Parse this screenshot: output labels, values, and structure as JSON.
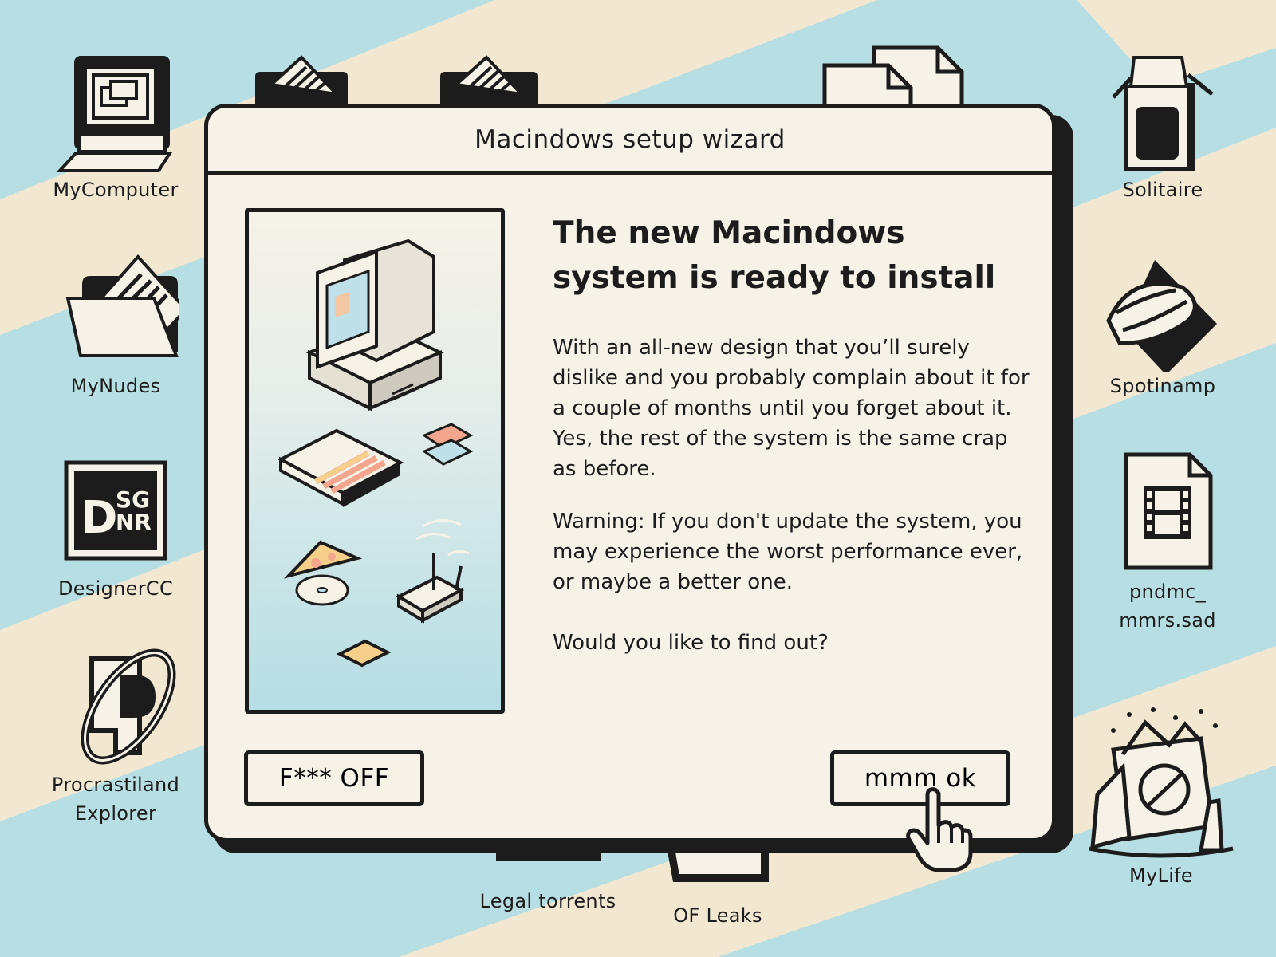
{
  "desktop": {
    "colors": {
      "stripe_blue": "#b7dfe3",
      "stripe_cream": "#f2e8d2",
      "ink": "#1c1c1c",
      "window_bg": "#f6f2e7"
    },
    "icons_left": [
      {
        "label": "MyComputer",
        "icon": "computer-icon"
      },
      {
        "label": "MyNudes",
        "icon": "folder-icon"
      },
      {
        "label": "DesignerCC",
        "icon": "designer-logo-icon"
      },
      {
        "label": "Procrastiland\nExplorer",
        "icon": "browser-icon"
      }
    ],
    "icons_right": [
      {
        "label": "Solitaire",
        "icon": "card-box-icon"
      },
      {
        "label": "Spotinamp",
        "icon": "music-app-icon"
      },
      {
        "label": "pndmc_\nmmrs.sad",
        "icon": "video-file-icon"
      },
      {
        "label": "MyLife",
        "icon": "trash-bin-icon"
      }
    ],
    "icons_bottom": [
      {
        "label": "Legal torrents",
        "icon": "folder-icon"
      },
      {
        "label": "OF Leaks",
        "icon": "folder-icon"
      }
    ],
    "logo_text": "DSGNR"
  },
  "dialog": {
    "title": "Macindows setup wizard",
    "heading_line1": "The new Macindows",
    "heading_line2": "system is ready to install",
    "paragraph1": "With an all-new design that you’ll surely dislike and you probably complain about it for a couple of months until you forget about it. Yes, the rest of the system is the same crap as before.",
    "paragraph2": "Warning: If you don't update the system, you may experience the worst performance ever, or maybe a better one.",
    "paragraph3": "Would you like to find out?",
    "cancel_label": "F*** OFF",
    "ok_label": "mmm ok"
  }
}
